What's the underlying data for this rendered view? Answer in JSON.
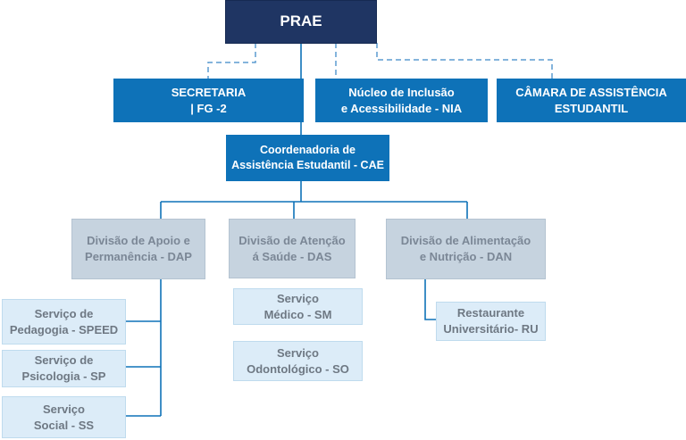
{
  "org": {
    "root": "PRAE",
    "secretaria": "SECRETARIA\n| FG -2",
    "nia": "Núcleo de Inclusão\ne Acessibilidade - NIA",
    "camara": "CÂMARA DE ASSISTÊNCIA\nESTUDANTIL",
    "cae": "Coordenadoria de\nAssistência Estudantil - CAE",
    "dap": "Divisão de Apoio e\nPermanência - DAP",
    "das": "Divisão de Atenção\ná Saúde - DAS",
    "dan": "Divisão de Alimentação\ne Nutrição - DAN",
    "speed": "Serviço de\nPedagogia - SPEED",
    "sp": "Serviço de\nPsicologia - SP",
    "ss": "Serviço\nSocial - SS",
    "sm": "Serviço\nMédico - SM",
    "so": "Serviço\nOdontológico - SO",
    "ru": "Restaurante\nUniversitário- RU"
  },
  "colors": {
    "root": "#1f3563",
    "level1": "#0e72b8",
    "division": "#c6d3df",
    "service": "#dcecf8",
    "connector": "#0e72b8"
  }
}
